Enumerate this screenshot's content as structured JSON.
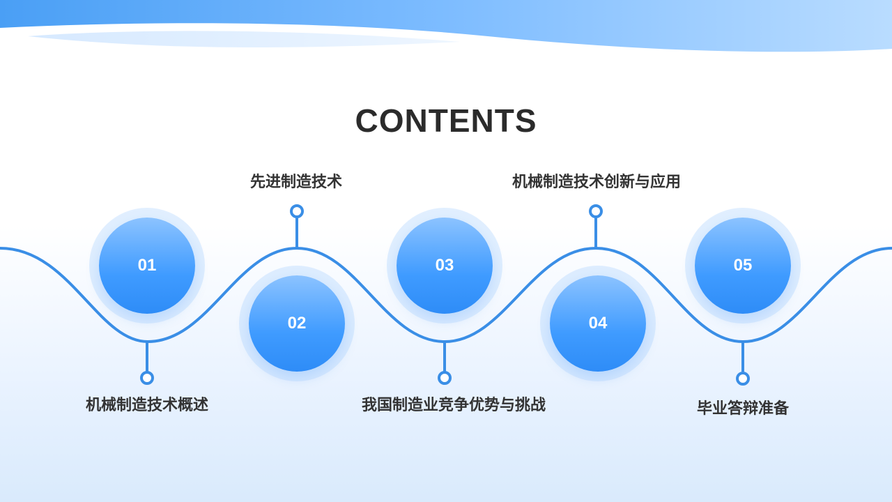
{
  "title": "CONTENTS",
  "items": [
    {
      "number": "01",
      "label": "机械制造技术概述"
    },
    {
      "number": "02",
      "label": "先进制造技术"
    },
    {
      "number": "03",
      "label": "我国制造业竞争优势与挑战"
    },
    {
      "number": "04",
      "label": "机械制造技术创新与应用"
    },
    {
      "number": "05",
      "label": "毕业答辩准备"
    }
  ],
  "colors": {
    "accent": "#3f9bff",
    "line": "#3a8ee6",
    "title": "#2b2b2b"
  }
}
